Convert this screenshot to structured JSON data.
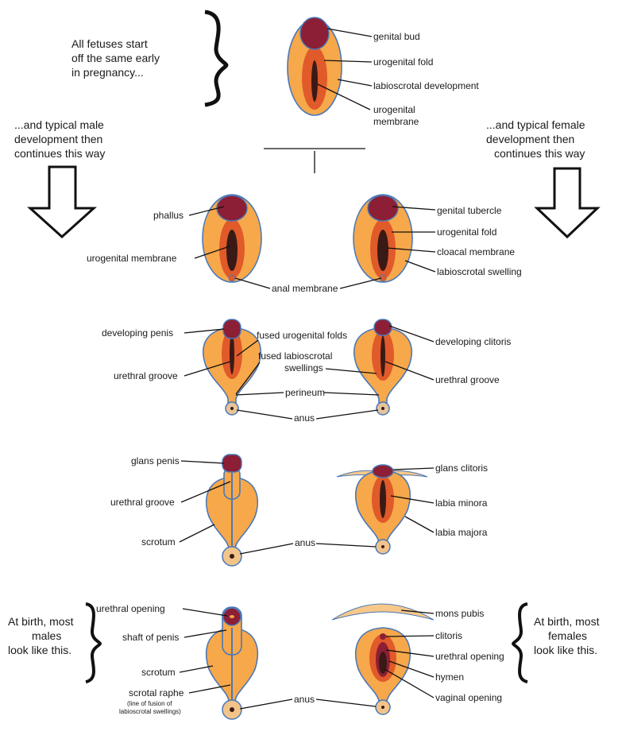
{
  "intro": {
    "line1": "All fetuses start",
    "line2": "off the same early",
    "line3": "in pregnancy..."
  },
  "male_caption": {
    "line1": "...and typical male",
    "line2": "development then",
    "line3": "continues this way"
  },
  "female_caption": {
    "line1": "...and typical female",
    "line2": "development then",
    "line3": "continues this way"
  },
  "birth_male": {
    "line1": "At birth, most",
    "line2": "males",
    "line3": "look like this."
  },
  "birth_female": {
    "line1": "At birth, most",
    "line2": "females",
    "line3": "look like this."
  },
  "labels": {
    "genital_bud": "genital bud",
    "urogenital_fold": "urogenital fold",
    "labioscrotal_development": "labioscrotal development",
    "urogenital_membrane_1": "urogenital",
    "urogenital_membrane_2": "membrane",
    "phallus": "phallus",
    "urogenital_membrane": "urogenital membrane",
    "anal_membrane": "anal membrane",
    "genital_tubercle": "genital tubercle",
    "urogenital_fold_f": "urogenital fold",
    "cloacal_membrane": "cloacal membrane",
    "labioscrotal_swelling": "labioscrotal swelling",
    "developing_penis": "developing penis",
    "fused_urogenital_folds": "fused urogenital folds",
    "fused_labioscrotal_1": "fused labioscrotal",
    "fused_labioscrotal_2": "swellings",
    "urethral_groove_m": "urethral groove",
    "perineum": "perineum",
    "anus_3": "anus",
    "developing_clitoris": "developing clitoris",
    "urethral_groove_f": "urethral groove",
    "glans_penis": "glans penis",
    "urethral_groove_m4": "urethral groove",
    "scrotum_4": "scrotum",
    "anus_4": "anus",
    "glans_clitoris": "glans clitoris",
    "labia_minora": "labia minora",
    "labia_majora": "labia majora",
    "urethral_opening_m": "urethral opening",
    "shaft_of_penis": "shaft of penis",
    "scrotum_5": "scrotum",
    "scrotal_raphe": "scrotal raphe",
    "scrotal_raphe_note_1": "(line of fusion of",
    "scrotal_raphe_note_2": "labioscrotal swellings)",
    "anus_5": "anus",
    "mons_pubis": "mons pubis",
    "clitoris": "clitoris",
    "urethral_opening_f": "urethral opening",
    "hymen": "hymen",
    "vaginal_opening": "vaginal opening"
  },
  "colors": {
    "skin": "#f7a84a",
    "fold": "#e05a2a",
    "bud": "#8c1f35",
    "outline": "#4a78b8",
    "dark": "#3a1a16"
  }
}
